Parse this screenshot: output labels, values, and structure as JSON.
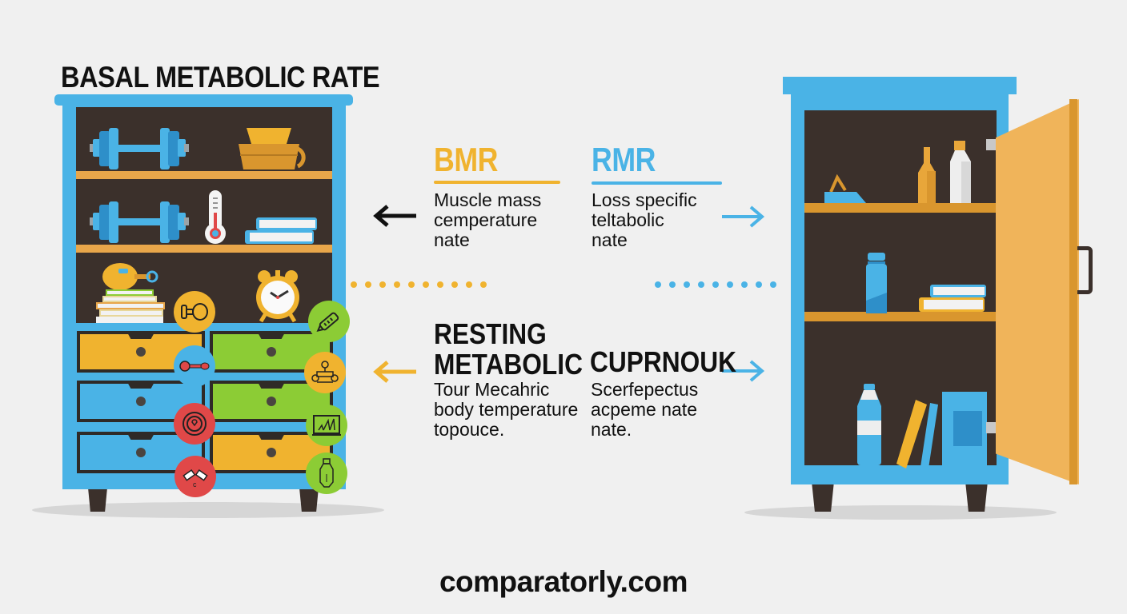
{
  "title": "BASAL METABOLIC RATE",
  "colors": {
    "background": "#f0f0f0",
    "cabinet_blue": "#4ab3e6",
    "cabinet_interior": "#3b302b",
    "shelf_orange": "#e8a64a",
    "accent_yellow": "#f0b32f",
    "accent_blue": "#4ab3e6",
    "drawer_green": "#8ccc35",
    "circle_red": "#e04848",
    "door_orange": "#f0b45a",
    "text_dark": "#111111"
  },
  "terms": {
    "bmr": {
      "heading": "BMR",
      "body": "Muscle mass\ncemperature\nnate"
    },
    "rmr": {
      "heading": "RMR",
      "body": "Loss specific\nteltabolic\nnate"
    },
    "resting": {
      "heading": "RESTING\nMETABOLIC",
      "body": "Tour Mecahric\nbody temperature\ntopouce."
    },
    "cuprnouk": {
      "heading": "CUPRNOUK",
      "body": "Scerfepectus\nacpeme nate\nnate."
    }
  },
  "arrows": {
    "top_left": "left-arrow",
    "top_right": "right-arrow",
    "bottom_left": "left-arrow",
    "bottom_right": "right-arrow"
  },
  "left_cabinet": {
    "shelf_items": [
      "dumbbell-icon",
      "cup-icon",
      "dumbbell-icon",
      "thermometer-icon",
      "books-icon",
      "stopwatch-icon",
      "books-stack-icon",
      "alarm-clock-icon"
    ],
    "drawers": [
      {
        "color": "#f0b32f"
      },
      {
        "color": "#8ccc35"
      },
      {
        "color": "#4ab3e6"
      },
      {
        "color": "#8ccc35"
      },
      {
        "color": "#4ab3e6"
      },
      {
        "color": "#f0b32f"
      }
    ],
    "circle_icons_left": [
      {
        "name": "kettlebell-icon",
        "color": "#f0b32f"
      },
      {
        "name": "key-icon",
        "color": "#4ab3e6"
      },
      {
        "name": "target-icon",
        "color": "#e04848"
      },
      {
        "name": "broken-bones-icon",
        "color": "#e04848"
      }
    ],
    "circle_icons_right": [
      {
        "name": "thermometer-icon",
        "color": "#8ccc35"
      },
      {
        "name": "network-icon",
        "color": "#f0b32f"
      },
      {
        "name": "chart-icon",
        "color": "#8ccc35"
      },
      {
        "name": "bottle-icon",
        "color": "#8ccc35"
      }
    ]
  },
  "right_cabinet": {
    "shelf_items": [
      "bag-icon",
      "oil-bottle-icon",
      "white-bottle-icon",
      "water-flask-icon",
      "books-icon",
      "water-bottle-icon",
      "leaning-books-icon",
      "box-icon"
    ],
    "door": "open-door"
  },
  "footer": "comparatorly.com"
}
